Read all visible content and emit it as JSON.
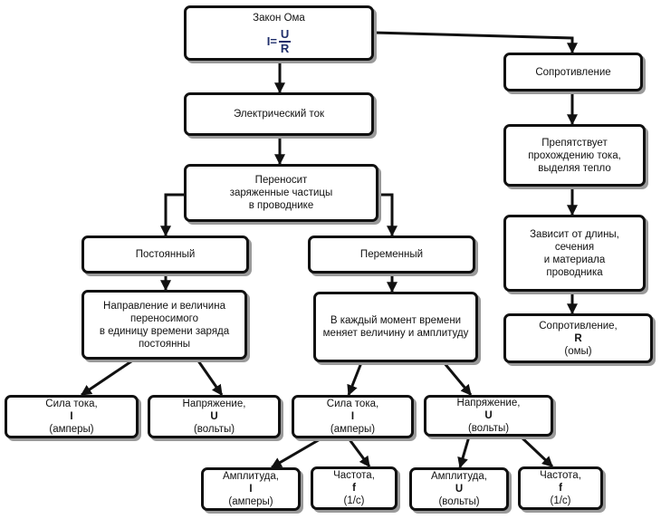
{
  "colors": {
    "border": "#111111",
    "shadow": "#9a9a9a",
    "formula": "#1f2e6b"
  },
  "nodes": {
    "ohm": {
      "title": "Закон Ома",
      "formula_i": "I",
      "formula_eq": "=",
      "formula_num": "U",
      "formula_den": "R"
    },
    "current": {
      "line1": "Электрический ток"
    },
    "carries": {
      "line1": "Переносит",
      "line2": "заряженные частицы",
      "line3": "в проводнике"
    },
    "dc": {
      "line1": "Постоянный"
    },
    "ac": {
      "line1": "Переменный"
    },
    "dc_desc": {
      "line1": "Направление и величина",
      "line2": "переносимого",
      "line3": "в единицу времени заряда",
      "line4": "постоянны"
    },
    "ac_desc": {
      "line1": "В каждый момент времени",
      "line2": "меняет величину и амплитуду"
    },
    "dc_current": {
      "label": "Сила тока, ",
      "sym": "I",
      "unit": "(амперы)"
    },
    "dc_voltage": {
      "label": "Напряжение, ",
      "sym": "U",
      "unit": "(вольты)"
    },
    "ac_current": {
      "label": "Сила тока, ",
      "sym": "I",
      "unit": "(амперы)"
    },
    "ac_voltage": {
      "label": "Напряжение, ",
      "sym": "U",
      "unit": "(вольты)"
    },
    "amp_i": {
      "label": "Амплитуда, ",
      "sym": "I",
      "unit": "(амперы)"
    },
    "freq_1": {
      "label": "Частота, ",
      "sym": "f",
      "unit": "(1/c)"
    },
    "amp_u": {
      "label": "Амплитуда, ",
      "sym": "U",
      "unit": "(вольты)"
    },
    "freq_2": {
      "label": "Частота, ",
      "sym": "f",
      "unit": "(1/c)"
    },
    "resistance": {
      "line1": "Сопротивление"
    },
    "obstructs": {
      "line1": "Препятствует",
      "line2": "прохождению тока,",
      "line3": "выделяя тепло"
    },
    "depends": {
      "line1": "Зависит от длины,",
      "line2": "сечения",
      "line3": "и материала",
      "line4": "проводника"
    },
    "resistance_r": {
      "label": "Сопротивление, ",
      "sym": "R",
      "unit": "(омы)"
    }
  },
  "edges": [
    [
      "ohm",
      "current"
    ],
    [
      "ohm",
      "resistance"
    ],
    [
      "current",
      "carries"
    ],
    [
      "carries",
      "dc"
    ],
    [
      "carries",
      "ac"
    ],
    [
      "dc",
      "dc_desc"
    ],
    [
      "ac",
      "ac_desc"
    ],
    [
      "dc_desc",
      "dc_current"
    ],
    [
      "dc_desc",
      "dc_voltage"
    ],
    [
      "ac_desc",
      "ac_current"
    ],
    [
      "ac_desc",
      "ac_voltage"
    ],
    [
      "ac_current",
      "amp_i"
    ],
    [
      "ac_current",
      "freq_1"
    ],
    [
      "ac_voltage",
      "amp_u"
    ],
    [
      "ac_voltage",
      "freq_2"
    ],
    [
      "resistance",
      "obstructs"
    ],
    [
      "obstructs",
      "depends"
    ],
    [
      "depends",
      "resistance_r"
    ]
  ]
}
